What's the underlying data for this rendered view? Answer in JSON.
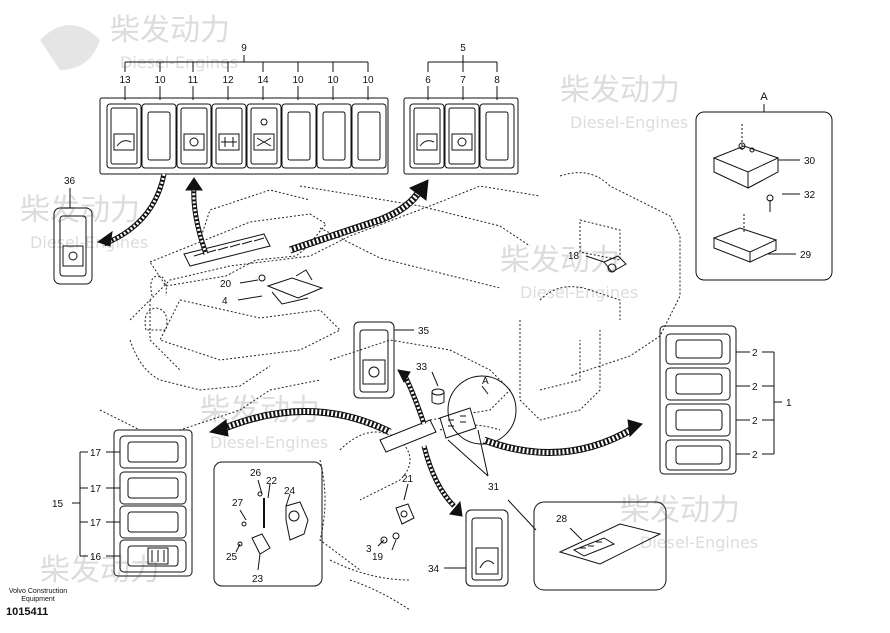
{
  "watermark": {
    "brand": "柴发动力",
    "sub": "Diesel-Engines",
    "color": "#d9d9d9"
  },
  "footer": {
    "publisher_line1": "Volvo Construction",
    "publisher_line2": "Equipment",
    "drawing_number": "1015411"
  },
  "callouts": {
    "switch_panel_left": {
      "group": "9",
      "items": [
        "13",
        "10",
        "11",
        "12",
        "14",
        "10",
        "10",
        "10"
      ]
    },
    "switch_panel_right": {
      "group": "5",
      "items": [
        "6",
        "7",
        "8"
      ]
    },
    "detail_view_label": "A",
    "detail_items": [
      "30",
      "32",
      "29"
    ],
    "right_stack": {
      "group": "1",
      "items": [
        "2",
        "2",
        "2",
        "2"
      ]
    },
    "left_stack": {
      "group": "15",
      "items": [
        "17",
        "17",
        "17",
        "16"
      ]
    },
    "single_switch_left": "36",
    "single_switch_center": "35",
    "single_switch_bottom": "34",
    "bracket_parts": [
      "26",
      "22",
      "27",
      "24",
      "25",
      "23"
    ],
    "misc": {
      "p20": "20",
      "p4": "4",
      "p18": "18",
      "p33": "33",
      "pA": "A",
      "p31": "31",
      "p21": "21",
      "p3": "3",
      "p19": "19",
      "p28": "28"
    }
  }
}
